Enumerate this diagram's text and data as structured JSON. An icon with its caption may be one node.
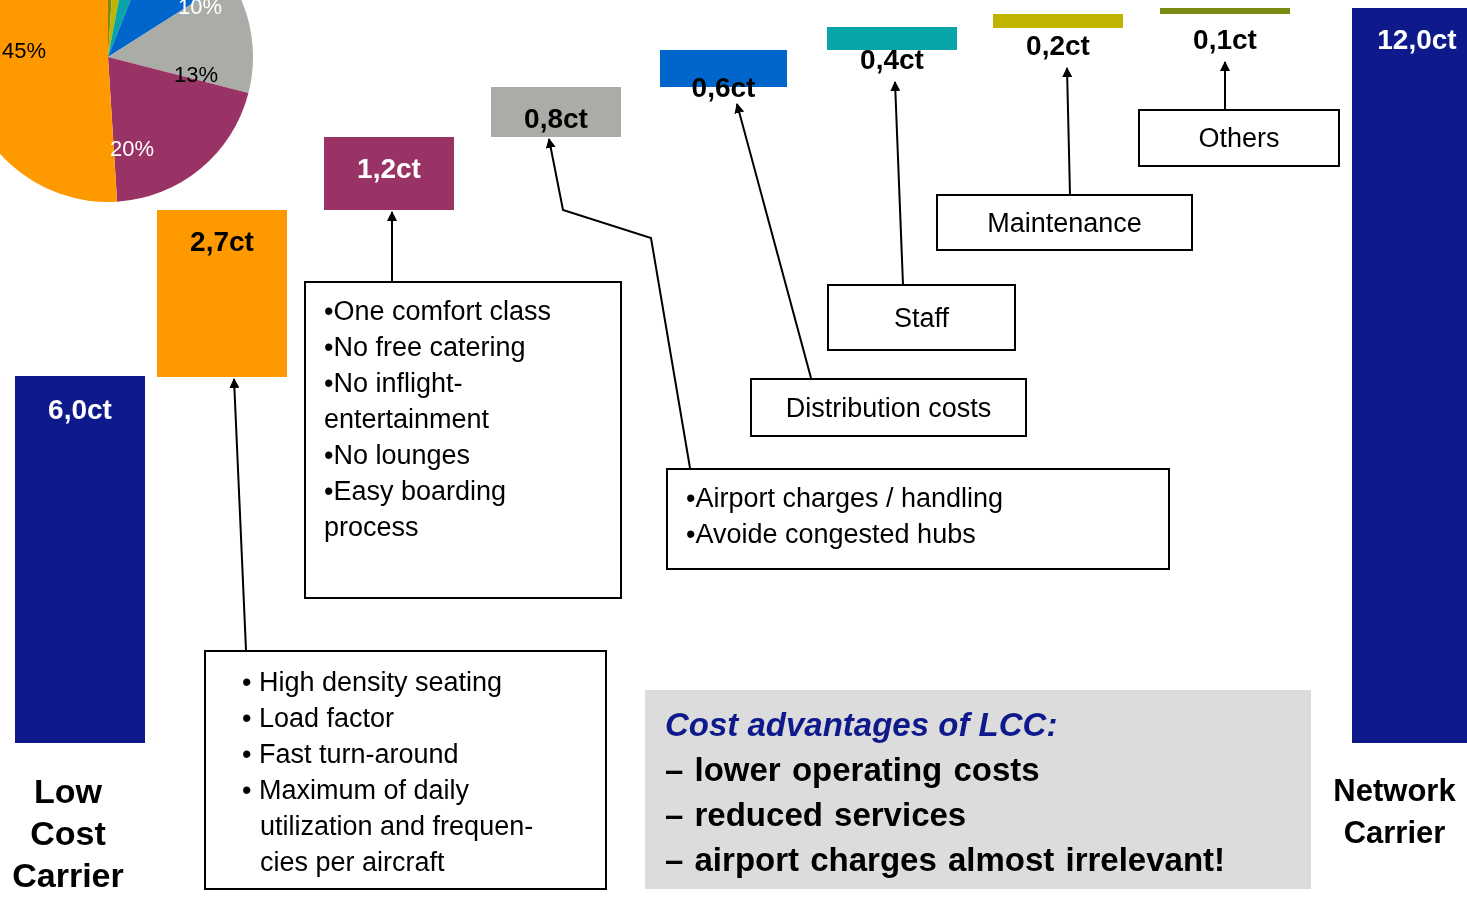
{
  "diagram": {
    "nodes": [
      {
        "text": [
          "6,0ct"
        ]
      },
      {
        "text": [
          "2,7ct"
        ]
      },
      {
        "text": [
          "1,2ct"
        ]
      },
      {
        "text": [
          "0,8ct"
        ]
      },
      {
        "text": [
          "0,6ct"
        ]
      },
      {
        "text": [
          "0,4ct"
        ]
      },
      {
        "text": [
          "0,2ct"
        ]
      },
      {
        "text": [
          "0,1ct"
        ]
      },
      {
        "text": [
          "12,0ct"
        ]
      },
      {
        "text": [
          "• High density seating",
          "• Load factor",
          "• Fast turn-around",
          "• Maximum of daily utilization and frequen- cies per aircraft"
        ]
      },
      {
        "text": [
          "•One comfort class",
          "•No free catering",
          "•No inflight- entertainment",
          "•No lounges",
          "•Easy boarding process"
        ]
      },
      {
        "text": [
          "•Airport charges / handling",
          "•Avoide congested hubs"
        ]
      },
      {
        "text": [
          "Distribution costs"
        ]
      },
      {
        "text": [
          "Staff"
        ]
      },
      {
        "text": [
          "Maintenance"
        ]
      },
      {
        "text": [
          "Others"
        ]
      },
      {
        "text": [
          "Cost advantages of LCC:",
          "– lower operating costs",
          "– reduced services",
          "– airport charges almost irrelevant!"
        ]
      }
    ],
    "edges": [
      {
        "from": 9,
        "to": 1,
        "arrow": "to"
      },
      {
        "from": 10,
        "to": 2,
        "arrow": "to"
      },
      {
        "from": 11,
        "to": 3,
        "arrow": "to"
      },
      {
        "from": 12,
        "to": 4,
        "arrow": "to"
      },
      {
        "from": 13,
        "to": 5,
        "arrow": "to"
      },
      {
        "from": 14,
        "to": 6,
        "arrow": "to"
      },
      {
        "from": 15,
        "to": 7,
        "arrow": "to"
      }
    ],
    "labels": [
      "10%",
      "45%",
      "13%",
      "20%",
      "Low Cost Carrier",
      "Network Carrier"
    ]
  }
}
